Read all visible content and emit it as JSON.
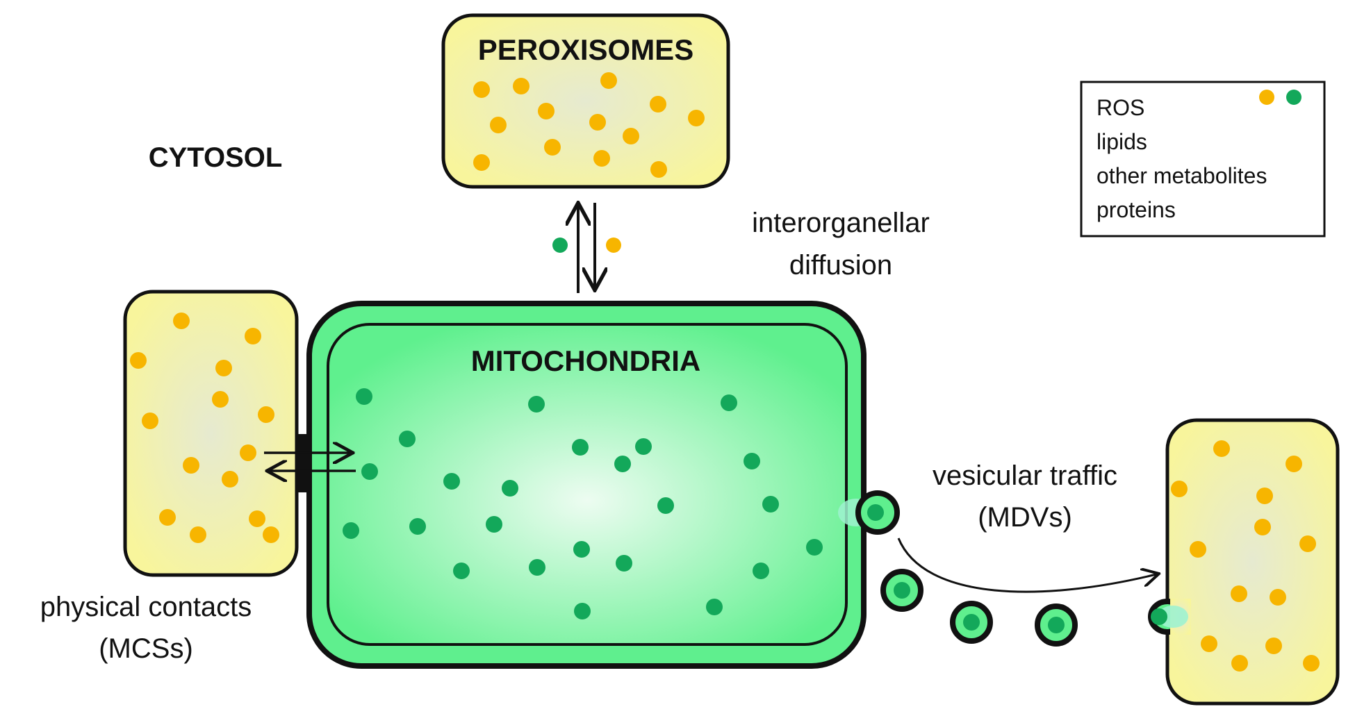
{
  "labels": {
    "cytosol": "CYTOSOL",
    "peroxisomes": "PEROXISOMES",
    "mitochondria": "MITOCHONDRIA",
    "diffusion_line1": "interorganellar",
    "diffusion_line2": "diffusion",
    "contacts_line1": "physical contacts",
    "contacts_line2": "(MCSs)",
    "vesicular_line1": "vesicular traffic",
    "vesicular_line2": "(MDVs)"
  },
  "legend": {
    "items": [
      "ROS",
      "lipids",
      "other metabolites",
      "proteins"
    ],
    "dot_colors": [
      "#f7b500",
      "#13a85a"
    ]
  },
  "colors": {
    "organelle_fill": "#f7f5a8",
    "organelle_center": "#ececc4",
    "mito_fill": "#5fef8e",
    "mito_center": "#e9fbee",
    "yellow_dot": "#f7b500",
    "green_dot": "#13a85a",
    "outline": "#111111"
  },
  "icons": {
    "exchange": "bidirectional-arrow-icon",
    "traffic": "curved-arrow-icon"
  }
}
